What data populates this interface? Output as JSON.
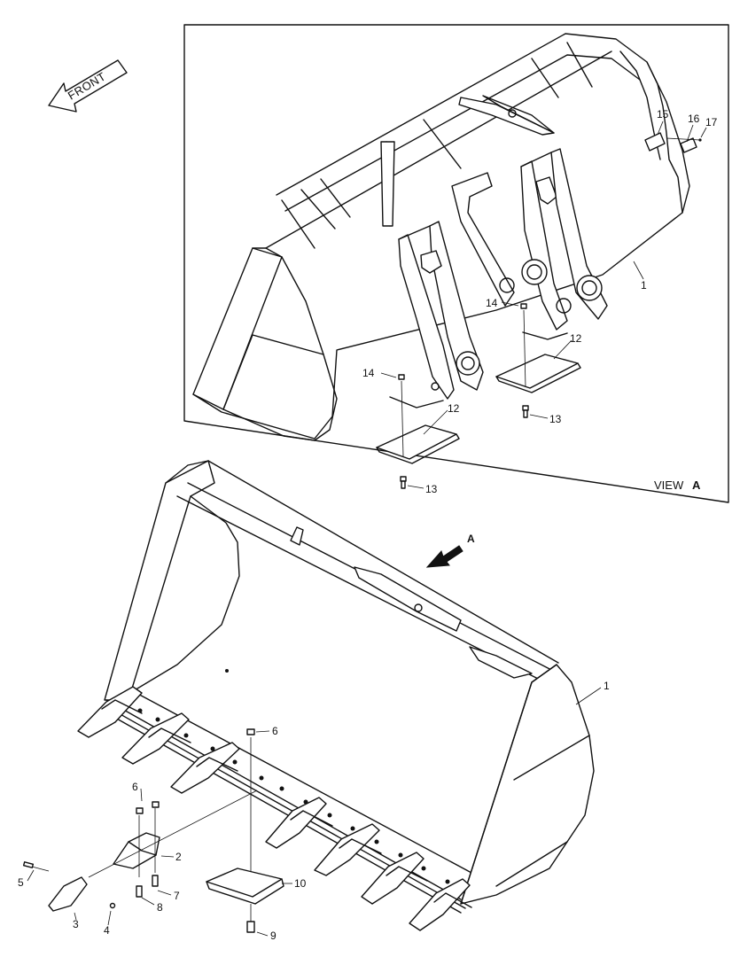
{
  "front_arrow": {
    "text": "FRONT"
  },
  "view": {
    "label": "VIEW",
    "letter": "A"
  },
  "view_arrow": {
    "letter": "A"
  },
  "callouts": {
    "c1_top": "1",
    "c12_right": "12",
    "c12_left": "12",
    "c13_right": "13",
    "c13_left": "13",
    "c14_right": "14",
    "c14_left": "14",
    "c15": "15",
    "c16": "16",
    "c17": "17",
    "c1_main": "1",
    "c2": "2",
    "c3": "3",
    "c4": "4",
    "c5": "5",
    "c6_a": "6",
    "c6_b": "6",
    "c7": "7",
    "c8": "8",
    "c9": "9",
    "c10": "10"
  }
}
